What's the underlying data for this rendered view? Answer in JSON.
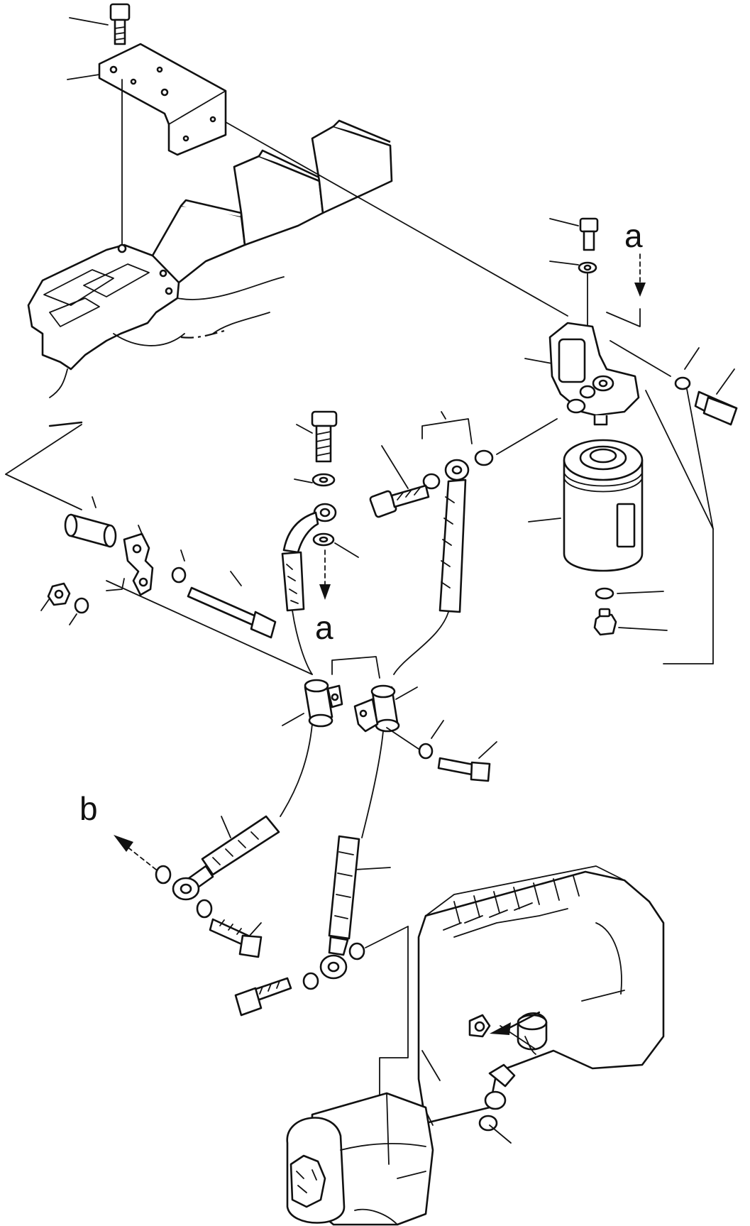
{
  "labels": {
    "a_top": "a",
    "a_mid": "a",
    "b": "b"
  },
  "colors": {
    "ink": "#111111",
    "paper": "#ffffff"
  }
}
